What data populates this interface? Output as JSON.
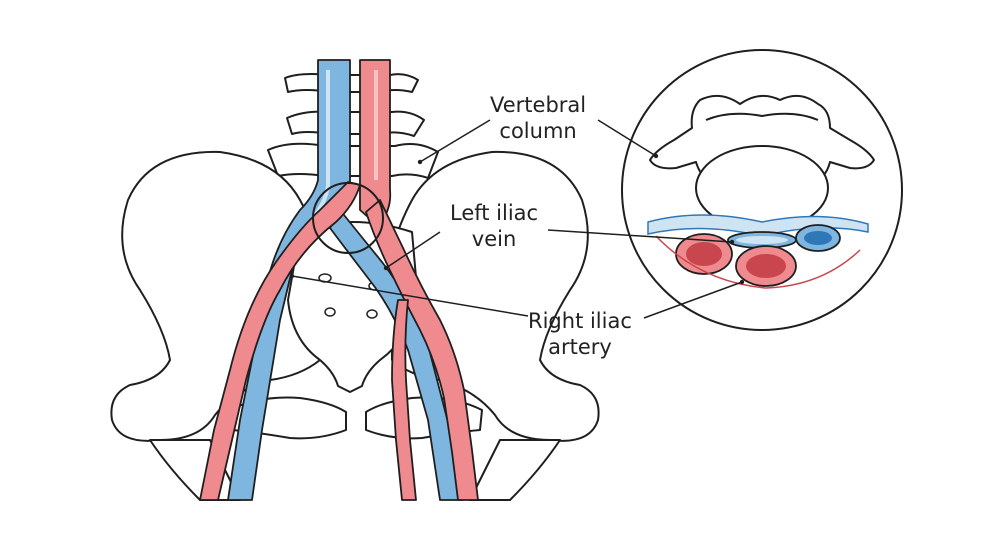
{
  "labels": {
    "vertebral": {
      "line1": "Vertebral",
      "line2": "column"
    },
    "left_vein": {
      "line1": "Left iliac",
      "line2": "vein"
    },
    "right_artery": {
      "line1": "Right iliac",
      "line2": "artery"
    }
  },
  "colors": {
    "outline": "#1f1f1f",
    "bone": "#ffffff",
    "artery": "#ef8a8f",
    "artery_dark": "#c9464e",
    "artery_light": "#f7c3c5",
    "vein": "#7fb6e0",
    "vein_dark": "#2f78b8",
    "vein_light": "#cfe4f3"
  }
}
